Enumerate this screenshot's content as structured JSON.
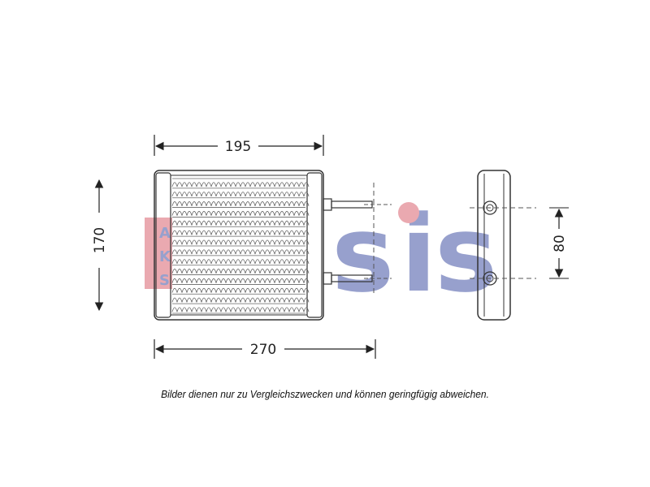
{
  "watermark": {
    "brand": "AKS",
    "letters": [
      "A",
      "K",
      "S"
    ],
    "word_s1": "s",
    "word_i": "i",
    "word_s2": "s",
    "color_red": "#e8a0a8",
    "color_blue": "#8c96c8"
  },
  "dimensions": {
    "top_width": "195",
    "height": "170",
    "total_width": "270",
    "side_spacing": "80"
  },
  "caption": "Bilder dienen nur zu Vergleichszwecken und können geringfügig abweichen."
}
